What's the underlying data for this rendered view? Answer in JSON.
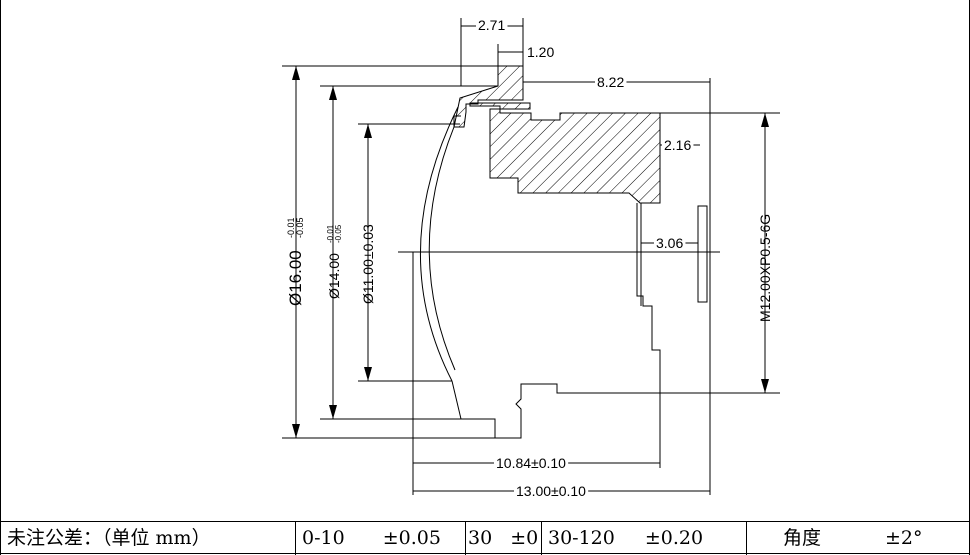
{
  "dimensions": {
    "top_width": "2.71",
    "lip_width": "1.20",
    "barrel_length": "8.22",
    "thread_step": "2.16",
    "rear_gap": "3.06",
    "thread_spec": "M12.00XP0.5-6G",
    "dia_outer_base": "Ø16.00",
    "dia_outer_tol_upper": "-0.01",
    "dia_outer_tol_lower": "-0.05",
    "dia_mid_base": "Ø14.00",
    "dia_mid_tol_upper": "-0.01",
    "dia_mid_tol_lower": "-0.05",
    "dia_aperture": "Ø11.00±0.03",
    "length_body": "10.84±0.10",
    "length_total": "13.00±0.10"
  },
  "tolerance_table": {
    "label": "未注公差：（单位 mm）",
    "range1": "0-10",
    "tol1": "±0.05",
    "range2": "30",
    "tol2": "±0",
    "range3": "30-120",
    "tol3": "±0.20",
    "angle_label": "角度",
    "angle_tol": "±2°"
  },
  "colors": {
    "line": "#000000",
    "background": "#ffffff"
  }
}
